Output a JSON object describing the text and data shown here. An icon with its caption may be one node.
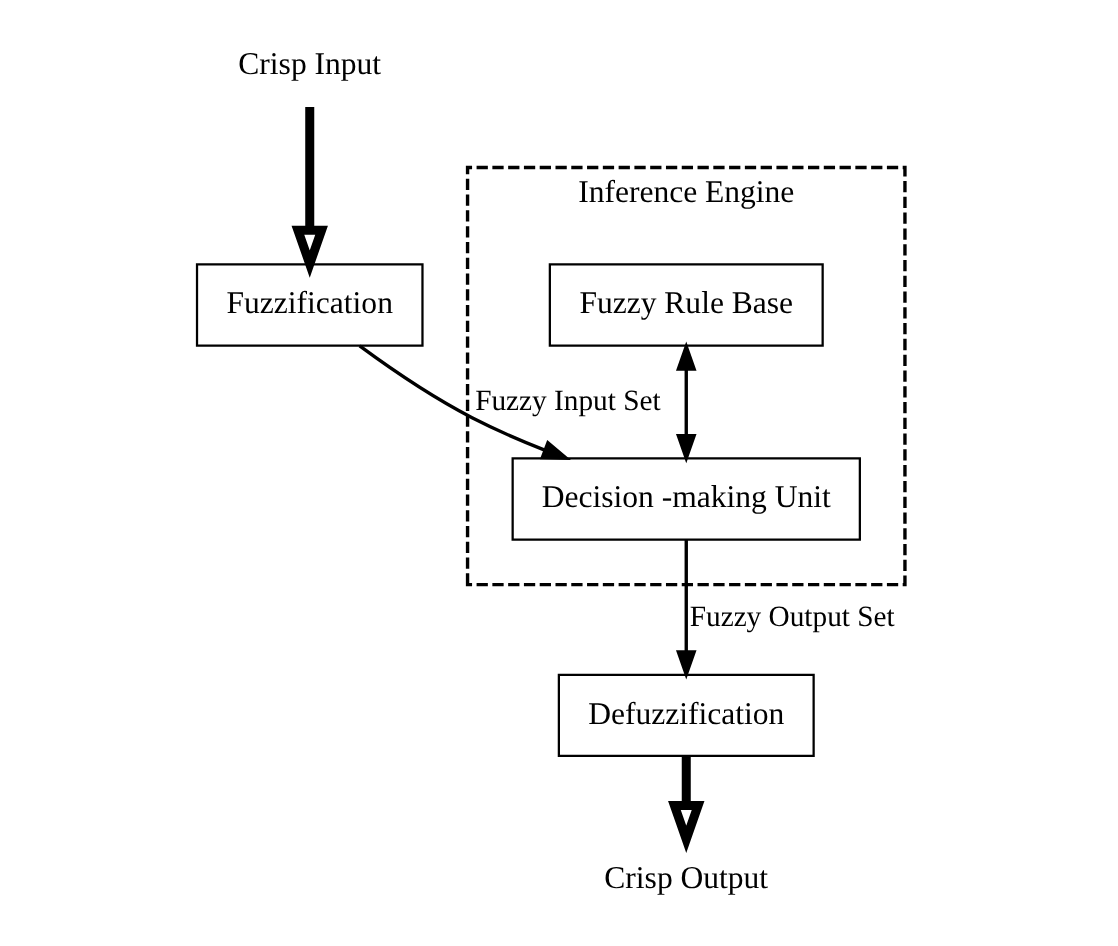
{
  "diagram": {
    "nodes": [
      {
        "text": [
          "Crisp Input"
        ]
      },
      {
        "text": [
          "Fuzzification"
        ]
      },
      {
        "text": [
          "Inference Engine"
        ]
      },
      {
        "text": [
          "Fuzzy Rule Base"
        ],
        "in": 2
      },
      {
        "text": [
          "Decision -making Unit"
        ],
        "in": 2
      },
      {
        "text": [
          "Defuzzification"
        ]
      },
      {
        "text": [
          "Crisp Output"
        ]
      }
    ],
    "edges": [
      {
        "from": 0,
        "to": 1,
        "arrow": "to",
        "style": "thick"
      },
      {
        "from": 1,
        "to": 4,
        "arrow": "to",
        "label": "Fuzzy Input Set"
      },
      {
        "from": 3,
        "to": 4,
        "arrow": "both"
      },
      {
        "from": 4,
        "to": 5,
        "arrow": "to",
        "label": "Fuzzy Output Set"
      },
      {
        "from": 5,
        "to": 6,
        "arrow": "to",
        "style": "thick"
      }
    ]
  }
}
